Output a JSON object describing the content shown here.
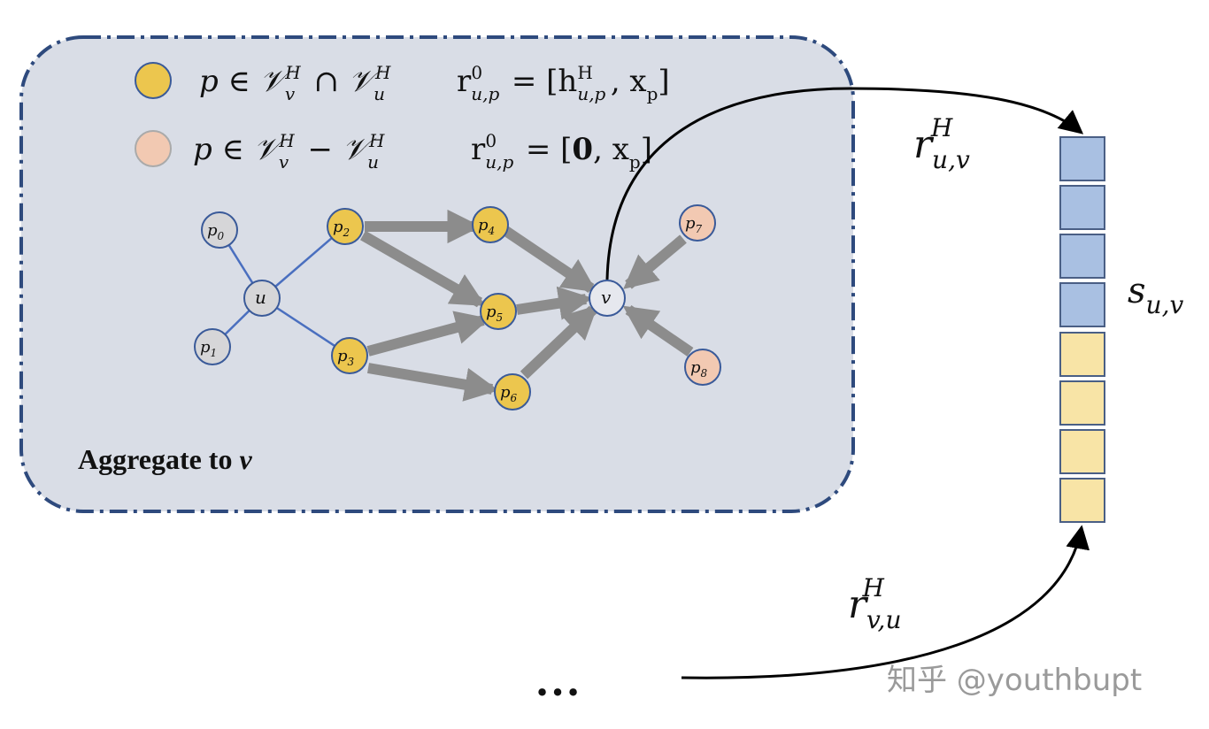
{
  "legend": {
    "shared_set": "p ∈ 𝒱_v^H ∩ 𝒱_u^H",
    "shared_init": "r_{u,p}^0 = [h_{u,p}^H, x_p]",
    "diff_set": "p ∈ 𝒱_v^H − 𝒱_u^H",
    "diff_init": "r_{u,p}^0 = [0, x_p]"
  },
  "panel_title": "Aggregate to v",
  "nodes": {
    "p0": "p0",
    "p1": "p1",
    "u": "u",
    "p2": "p2",
    "p3": "p3",
    "p4": "p4",
    "p5": "p5",
    "p6": "p6",
    "v": "v",
    "p7": "p7",
    "p8": "p8"
  },
  "labels": {
    "r_uv": "r_{u,v}^H",
    "r_vu": "r_{v,u}^H",
    "s_uv": "s_{u,v}",
    "ellipsis": "…"
  },
  "vector": {
    "cells": [
      "blue",
      "blue",
      "blue",
      "blue",
      "yellow",
      "yellow",
      "yellow",
      "yellow"
    ]
  },
  "colors": {
    "panel_bg": "#d9dde6",
    "panel_border": "#2e4a7d",
    "shared_node": "#ecc64e",
    "diff_node": "#f2c9b2",
    "neutral_node": "#d6d6d8",
    "edge_blue": "#4a6fbf",
    "arrow_gray": "#8c8c8c",
    "cell_blue": "#a9c0e2",
    "cell_yellow": "#f8e4a6"
  },
  "watermark": "知乎 @youthbupt"
}
